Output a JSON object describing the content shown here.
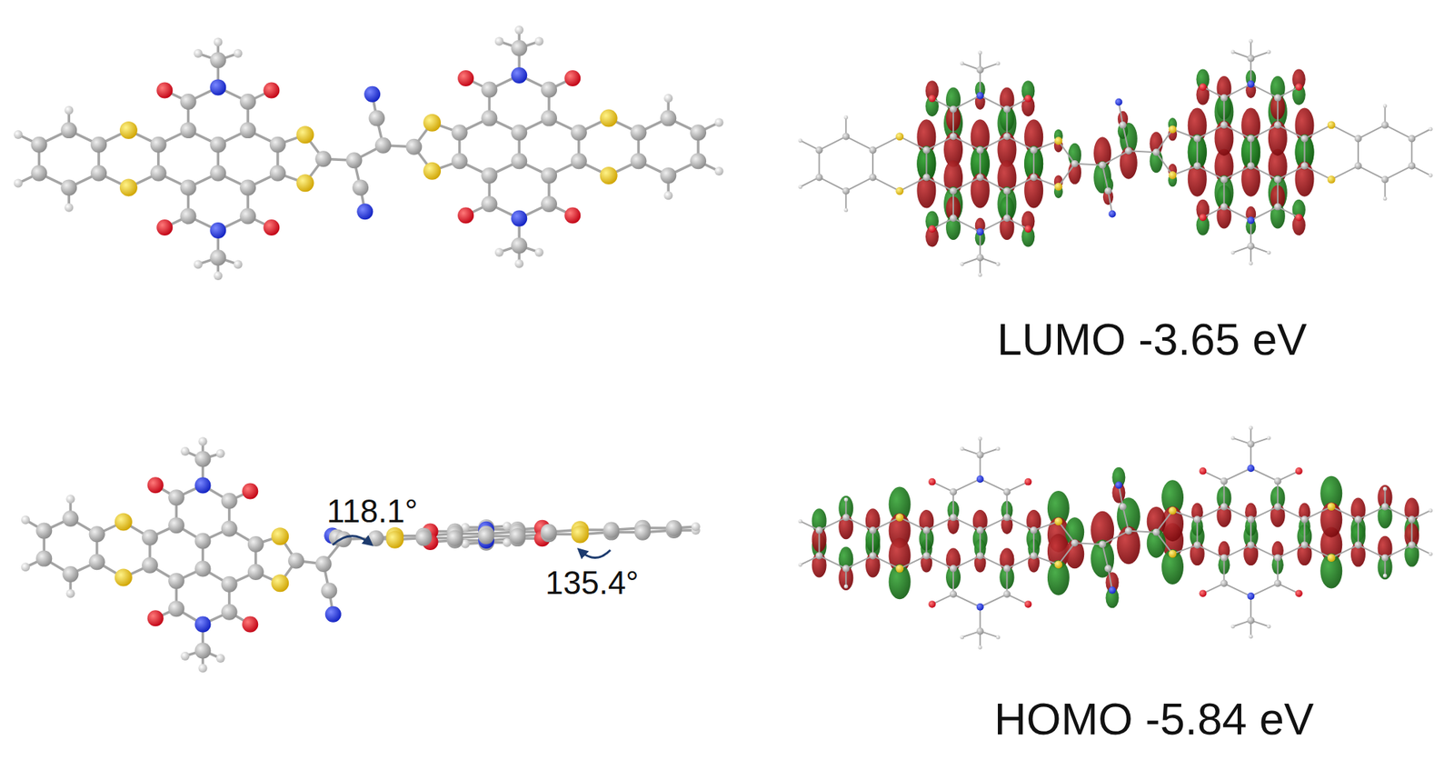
{
  "diagram": {
    "labels": [
      "LUMO -3.65 eV",
      "118.1°",
      "135.4°",
      "HOMO -5.84 eV"
    ]
  }
}
